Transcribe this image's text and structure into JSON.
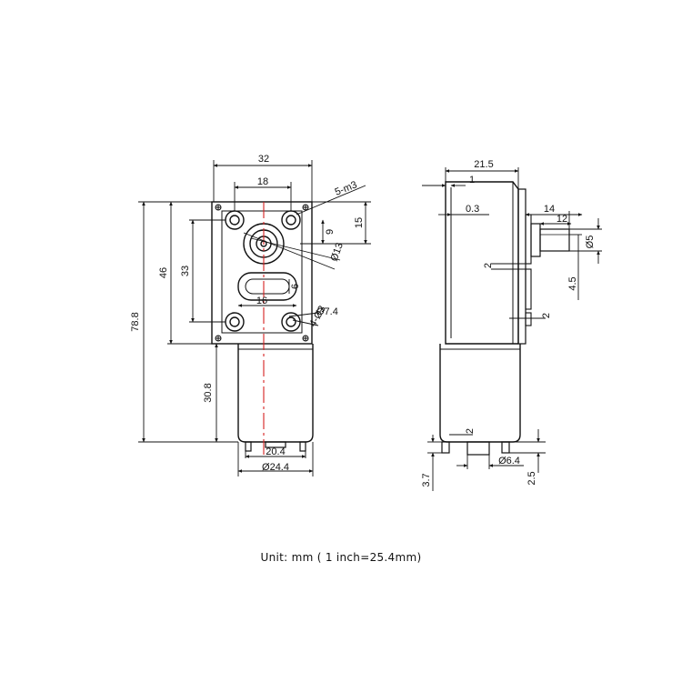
{
  "front_view": {
    "dims": {
      "width_32": "32",
      "hole_span_18": "18",
      "holes_5m3": "5-m3",
      "top_15": "15",
      "shaft_9": "9",
      "shaft_dia_13": "Ø13",
      "height_46": "46",
      "hole_height_33": "33",
      "total_78_8": "78.8",
      "slot_16": "16",
      "slot_6": "6",
      "hole_dia_7_4": "Ø7.4",
      "holes_4_3": "4-Ø3",
      "motor_30_8": "30.8",
      "motor_20_4": "20.4",
      "motor_dia_24_4": "Ø24.4"
    }
  },
  "side_view": {
    "dims": {
      "depth_21_5": "21.5",
      "wall_1": "1",
      "gap_0_3": "0.3",
      "shaft_len_14": "14",
      "shaft_len_12": "12",
      "shaft_dia_5": "Ø5",
      "flat_4_5": "4.5",
      "boss_2a": "2",
      "boss_2b": "2",
      "term_2": "2",
      "term_3_7": "3.7",
      "term_dia_6_4": "Ø6.4",
      "term_2_5": "2.5"
    }
  },
  "caption": "Unit: mm ( 1 inch=25.4mm)"
}
